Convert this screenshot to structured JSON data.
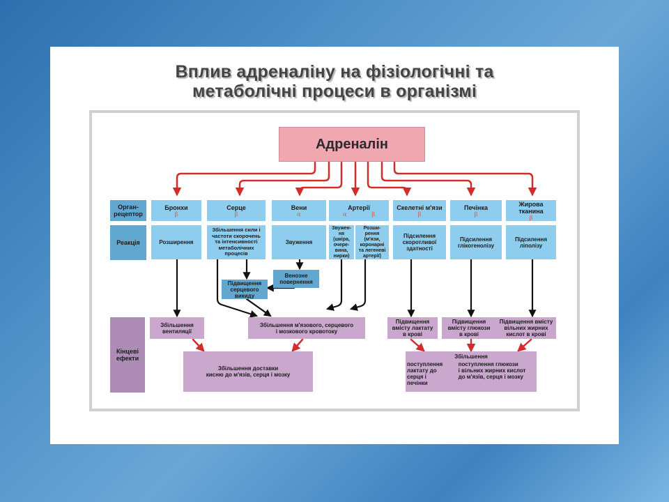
{
  "title": {
    "line1": "Вплив адреналіну на фізіологічні та",
    "line2": "метаболічні процеси в організмі"
  },
  "hormone": "Адреналін",
  "row_labels": {
    "organ": "Орган-\nрецептор",
    "reaction": "Реакція",
    "effects": "Кінцеві\nефекти"
  },
  "organs": [
    {
      "name": "Бронхи",
      "receptor": "β"
    },
    {
      "name": "Серце",
      "receptor": "β"
    },
    {
      "name": "Вени",
      "receptor": "α"
    },
    {
      "name": "Артерії",
      "receptor_a": "α",
      "receptor_b": "β"
    },
    {
      "name": "Скелетні м'язи",
      "receptor": "β"
    },
    {
      "name": "Печінка",
      "receptor": "β"
    },
    {
      "name": "Жирова\nтканина",
      "receptor": "β"
    }
  ],
  "reactions": {
    "bronchi": "Розширення",
    "heart": "Збільшення сили і\nчастоти скорочень\nта інтенсивності\nметаболічних\nпроцесів",
    "veins": "Звуження",
    "arteries_a": "Звужен-\nня\n(шкіра,\nочере-\nвина,\nнирки)",
    "arteries_b": "Розши-\nрення\n(м'язи,\nкоронарні\nта легеневі\nартерії)",
    "muscle": "Підсилення\nскоротливої\nздатності",
    "liver": "Підсилення\nглікогенолізу",
    "fat": "Підсилення\nліполізу"
  },
  "intermediate": {
    "venous_return": "Венозне\nповернення",
    "cardiac_output": "Підвищення\nсерцевого\nвикиду"
  },
  "effects": {
    "ventilation": "Збільшення\nвентиляції",
    "blood_flow": "Збільшення м'язового, серцевого\nі мозкового кровотоку",
    "lactate": "Підвищення\nвмісту лактату\nв крові",
    "glucose": "Підвищення\nвмісту глюкози\nв крові",
    "fatty_acids": "Підвищення вмісту\nвільних жирних\nкислот в крові",
    "oxygen_delivery": "Збільшення доставки\nкисню до м'язів, серця і мозку",
    "supply_title": "Збільшення",
    "supply_lactate": "поступлення\nлактату до\nсерця і\nпечінки",
    "supply_glucose": "поступлення глюкози\nі вільних жирних кислот\nдо м'язів, серця і мозку"
  },
  "colors": {
    "hormone_box": "#f0a7b0",
    "organ_box": "#8fcdee",
    "label_box": "#62a7cf",
    "effect_box": "#caa8ce",
    "arrow_red": "#d42b2b",
    "arrow_black": "#111111"
  }
}
